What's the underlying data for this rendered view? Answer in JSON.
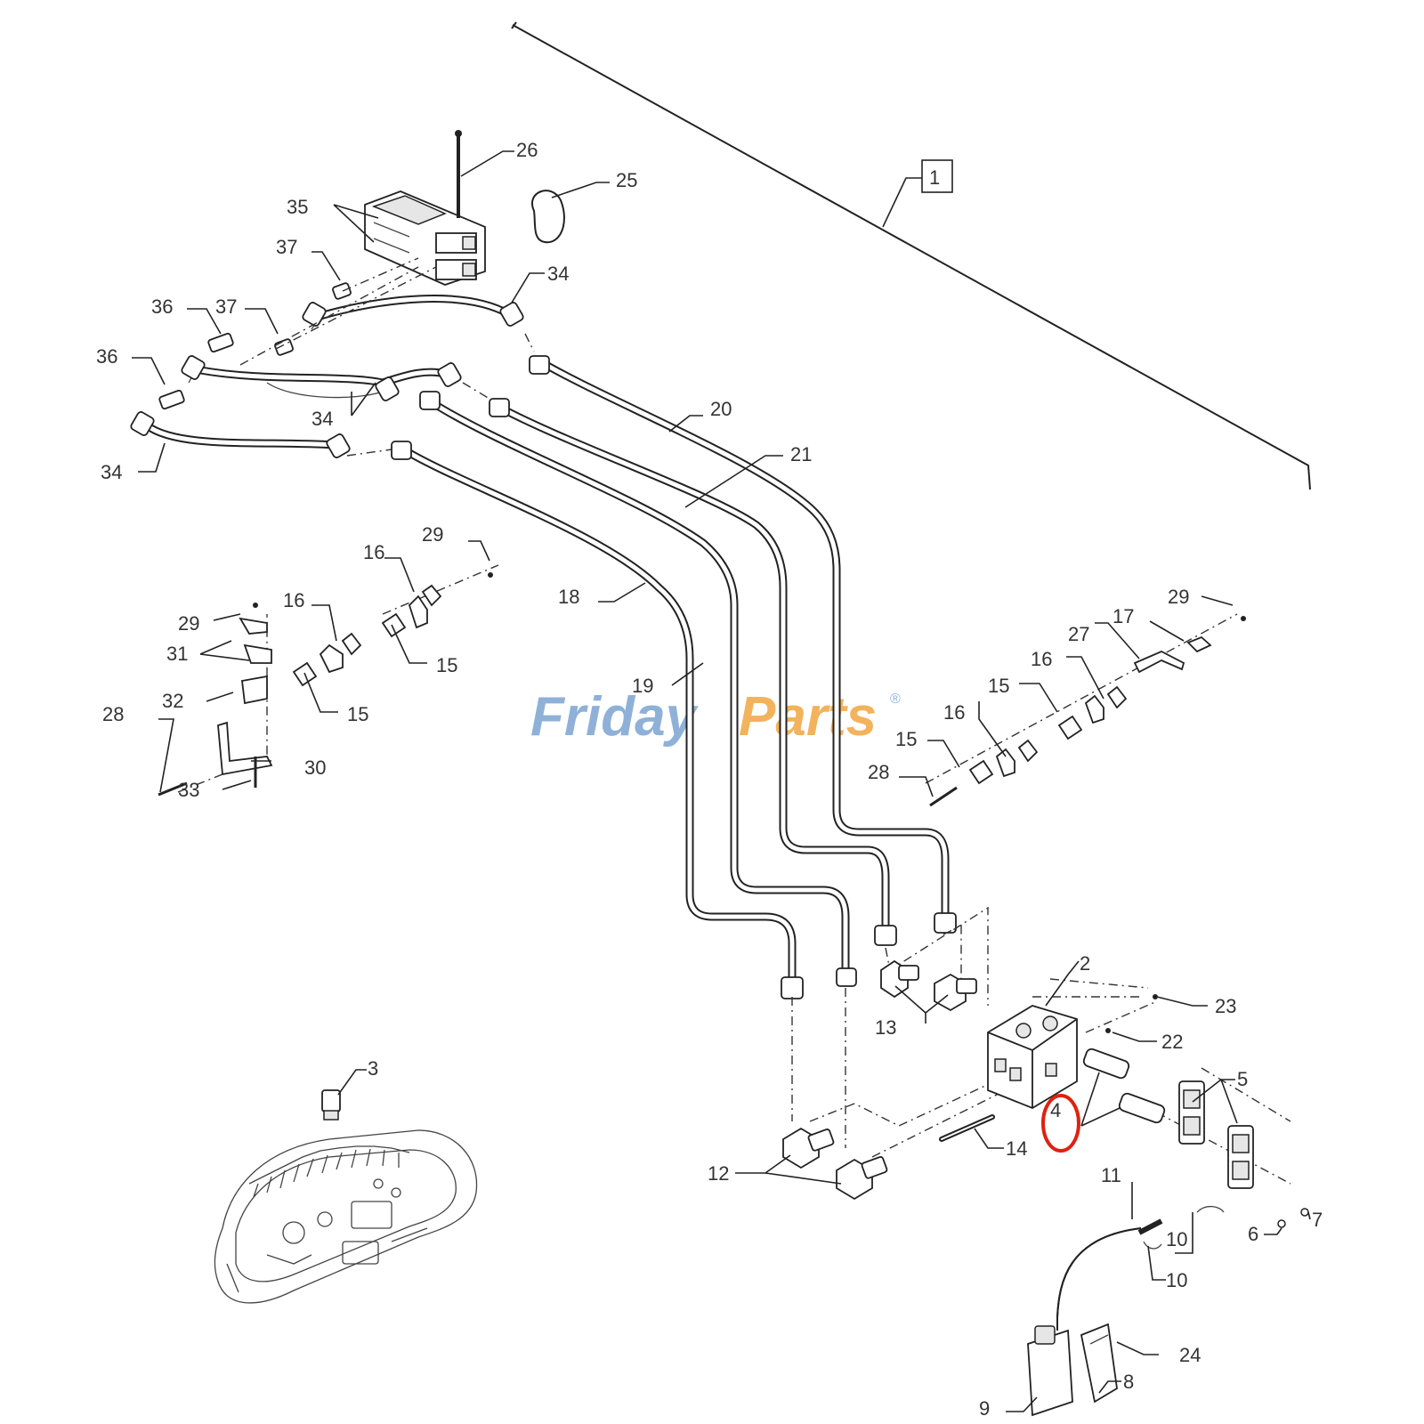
{
  "watermark": {
    "part1": "Friday",
    "part2": "Parts",
    "reg": "®",
    "accent_blue": "#8fb1d8",
    "accent_orange": "#f2b35c"
  },
  "callouts": {
    "c1": "1",
    "c2": "2",
    "c3": "3",
    "c4": "4",
    "c5": "5",
    "c6": "6",
    "c7": "7",
    "c8": "8",
    "c9": "9",
    "c10": "10",
    "c11": "11",
    "c12": "12",
    "c13": "13",
    "c14": "14",
    "c15": "15",
    "c16": "16",
    "c17": "17",
    "c18": "18",
    "c19": "19",
    "c20": "20",
    "c21": "21",
    "c22": "22",
    "c23": "23",
    "c24": "24",
    "c25": "25",
    "c26": "26",
    "c27": "27",
    "c28": "28",
    "c29": "29",
    "c30": "30",
    "c31": "31",
    "c32": "32",
    "c33": "33",
    "c34": "34",
    "c35": "35",
    "c36": "36",
    "c37": "37"
  },
  "highlight": {
    "callout": "4",
    "color": "#dd2211"
  }
}
